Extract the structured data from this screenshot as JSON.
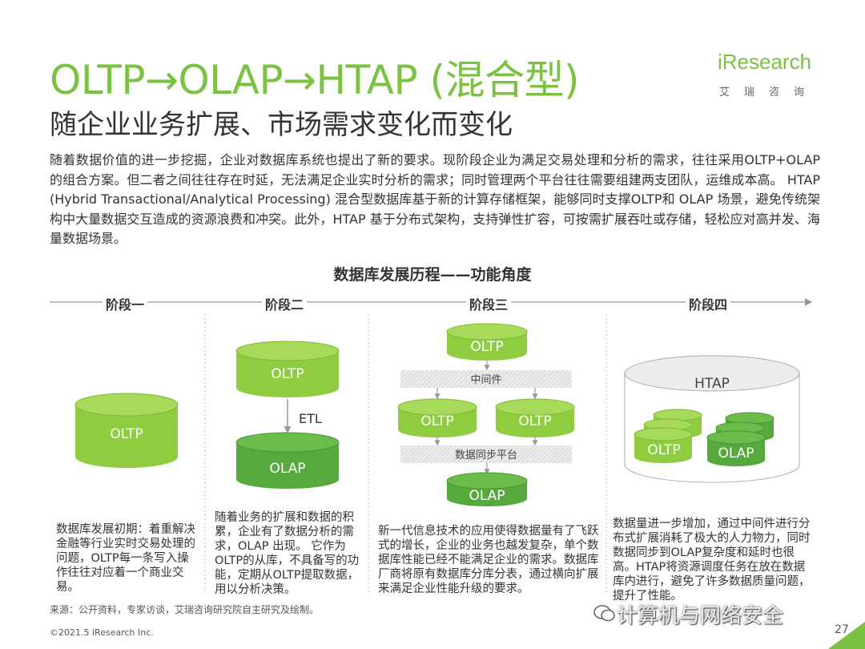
{
  "header": {
    "title": "OLTP→OLAP→HTAP (混合型)",
    "subtitle": "随企业业务扩展、市场需求变化而变化",
    "logo_text": "iResearch",
    "logo_cn": "艾瑞咨询"
  },
  "intro": "随着数据价值的进一步挖掘，企业对数据库系统也提出了新的要求。现阶段企业为满足交易处理和分析的需求，往往采用OLTP+OLAP 的组合方案。但二者之间往往存在时延，无法满足企业实时分析的需求；同时管理两个平台往往需要组建两支团队，运维成本高。 HTAP (Hybrid Transactional/Analytical Processing) 混合型数据库基于新的计算存储框架，能够同时支撑OLTP和 OLAP 场景，避免传统架构中大量数据交互造成的资源浪费和冲突。此外，HTAP 基于分布式架构，支持弹性扩容，可按需扩展吞吐或存储，轻松应对高并发、海量数据场景。",
  "diagram": {
    "title": "数据库发展历程——功能角度",
    "stages": [
      "阶段一",
      "阶段二",
      "阶段三",
      "阶段四"
    ],
    "stage1": {
      "db": "OLTP"
    },
    "stage2": {
      "top": "OLTP",
      "arrow": "ETL",
      "bottom": "OLAP"
    },
    "stage3": {
      "top": "OLTP",
      "middleware": "中间件",
      "left": "OLTP",
      "right": "OLTP",
      "sync": "数据同步平台",
      "bottom": "OLAP"
    },
    "stage4": {
      "outer": "HTAP",
      "left": "OLTP",
      "right": "OLAP"
    },
    "descriptions": [
      "数据库发展初期：着重解决金融等行业实时交易处理的问题，OLTP每一条写入操作往往对应着一个商业交易。",
      "随着业务的扩展和数据的积累，企业有了数据分析的需求，OLAP 出现。 它作为OLTP的从库，不具备写的功能，定期从OLTP提取数据，用以分析决策。",
      "新一代信息技术的应用使得数据量有了飞跃式的增长，企业的业务也越发复杂，单个数据库性能已经不能满足企业的需求。数据库厂商将原有数据库分库分表，通过横向扩展来满足企业性能升级的要求。",
      "数据量进一步增加，通过中间件进行分布式扩展消耗了极大的人力物力，同时数据同步到OLAP复杂度和延时也很高。HTAP将资源调度任务在放在数据库内进行，避免了许多数据质量问题，提升了性能。"
    ]
  },
  "footer": {
    "source": "来源：公开资料，专家访谈，艾瑞咨询研究院自主研究及绘制。",
    "copyright": "©2021.5 iResearch Inc.",
    "watermark": "计算机与网络安全",
    "page": "27"
  },
  "colors": {
    "accent": "#7bc143",
    "cyl_light": "#8fcc3f",
    "cyl_dark": "#56a93c"
  }
}
